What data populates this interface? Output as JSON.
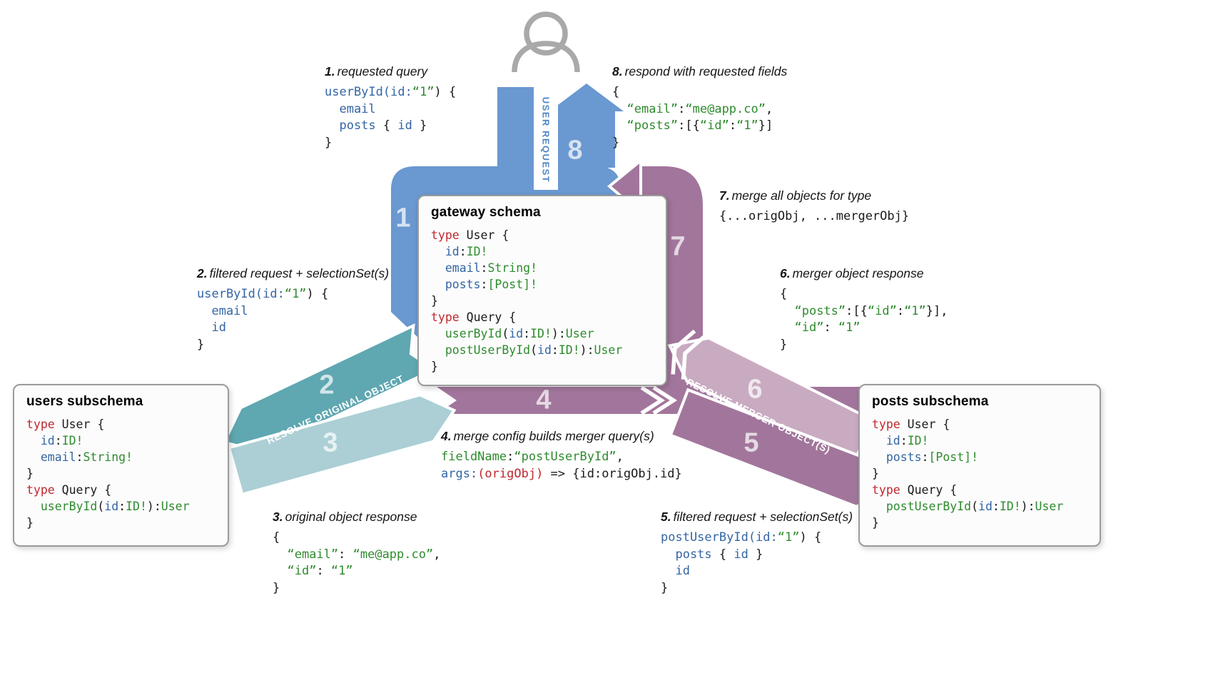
{
  "user_request_label": "USER REQUEST",
  "flow_labels": {
    "original": "RESOLVE ORIGINAL OBJECT",
    "merger": "RESOLVE MERGER OBJECT(S)"
  },
  "arrow_numbers": {
    "s1": "1",
    "s2": "2",
    "s3": "3",
    "s4": "4",
    "s5": "5",
    "s6": "6",
    "s7": "7",
    "s8": "8"
  },
  "boxes": {
    "gateway": {
      "title": "gateway schema",
      "code": [
        [
          [
            "type",
            "k"
          ],
          [
            " User {",
            "p"
          ]
        ],
        [
          [
            "  ",
            "p"
          ],
          [
            "id",
            "b"
          ],
          [
            ":",
            "p"
          ],
          [
            "ID!",
            "g"
          ]
        ],
        [
          [
            "  ",
            "p"
          ],
          [
            "email",
            "b"
          ],
          [
            ":",
            "p"
          ],
          [
            "String!",
            "g"
          ]
        ],
        [
          [
            "  ",
            "p"
          ],
          [
            "posts",
            "b"
          ],
          [
            ":",
            "p"
          ],
          [
            "[Post]!",
            "g"
          ]
        ],
        [
          [
            "}",
            "p"
          ]
        ],
        [
          [
            "type",
            "k"
          ],
          [
            " Query {",
            "p"
          ]
        ],
        [
          [
            "  ",
            "p"
          ],
          [
            "userById",
            "g"
          ],
          [
            "(",
            "p"
          ],
          [
            "id",
            "b"
          ],
          [
            ":",
            "p"
          ],
          [
            "ID!",
            "g"
          ],
          [
            "):",
            "p"
          ],
          [
            "User",
            "g"
          ]
        ],
        [
          [
            "  ",
            "p"
          ],
          [
            "postUserById",
            "g"
          ],
          [
            "(",
            "p"
          ],
          [
            "id",
            "b"
          ],
          [
            ":",
            "p"
          ],
          [
            "ID!",
            "g"
          ],
          [
            "):",
            "p"
          ],
          [
            "User",
            "g"
          ]
        ],
        [
          [
            "}",
            "p"
          ]
        ]
      ]
    },
    "users": {
      "title": "users subschema",
      "code": [
        [
          [
            "type",
            "k"
          ],
          [
            " User {",
            "p"
          ]
        ],
        [
          [
            "  ",
            "p"
          ],
          [
            "id",
            "b"
          ],
          [
            ":",
            "p"
          ],
          [
            "ID!",
            "g"
          ]
        ],
        [
          [
            "  ",
            "p"
          ],
          [
            "email",
            "b"
          ],
          [
            ":",
            "p"
          ],
          [
            "String!",
            "g"
          ]
        ],
        [
          [
            "}",
            "p"
          ]
        ],
        [
          [
            "type",
            "k"
          ],
          [
            " Query {",
            "p"
          ]
        ],
        [
          [
            "  ",
            "p"
          ],
          [
            "userById",
            "g"
          ],
          [
            "(",
            "p"
          ],
          [
            "id",
            "b"
          ],
          [
            ":",
            "p"
          ],
          [
            "ID!",
            "g"
          ],
          [
            "):",
            "p"
          ],
          [
            "User",
            "g"
          ]
        ],
        [
          [
            "}",
            "p"
          ]
        ]
      ]
    },
    "posts": {
      "title": "posts subschema",
      "code": [
        [
          [
            "type",
            "k"
          ],
          [
            " User {",
            "p"
          ]
        ],
        [
          [
            "  ",
            "p"
          ],
          [
            "id",
            "b"
          ],
          [
            ":",
            "p"
          ],
          [
            "ID!",
            "g"
          ]
        ],
        [
          [
            "  ",
            "p"
          ],
          [
            "posts",
            "b"
          ],
          [
            ":",
            "p"
          ],
          [
            "[Post]!",
            "g"
          ]
        ],
        [
          [
            "}",
            "p"
          ]
        ],
        [
          [
            "type",
            "k"
          ],
          [
            " Query {",
            "p"
          ]
        ],
        [
          [
            "  ",
            "p"
          ],
          [
            "postUserById",
            "g"
          ],
          [
            "(",
            "p"
          ],
          [
            "id",
            "b"
          ],
          [
            ":",
            "p"
          ],
          [
            "ID!",
            "g"
          ],
          [
            "):",
            "p"
          ],
          [
            "User",
            "g"
          ]
        ],
        [
          [
            "}",
            "p"
          ]
        ]
      ]
    }
  },
  "annotations": {
    "a1": {
      "num": "1.",
      "title": "requested query",
      "code": [
        [
          [
            "userById(id:",
            "b"
          ],
          [
            "“1”",
            "g"
          ],
          [
            ") {",
            "p"
          ]
        ],
        [
          [
            "  email",
            "b"
          ]
        ],
        [
          [
            "  posts",
            "b"
          ],
          [
            " { ",
            "p"
          ],
          [
            "id",
            "b"
          ],
          [
            " }",
            "p"
          ]
        ],
        [
          [
            "}",
            "p"
          ]
        ]
      ]
    },
    "a2": {
      "num": "2.",
      "title": "filtered request + selectionSet(s)",
      "code": [
        [
          [
            "userById(id:",
            "b"
          ],
          [
            "“1”",
            "g"
          ],
          [
            ") {",
            "p"
          ]
        ],
        [
          [
            "  email",
            "b"
          ]
        ],
        [
          [
            "  id",
            "b"
          ]
        ],
        [
          [
            "}",
            "p"
          ]
        ]
      ]
    },
    "a3": {
      "num": "3.",
      "title": "original object response",
      "code": [
        [
          [
            "{",
            "p"
          ]
        ],
        [
          [
            "  ",
            "p"
          ],
          [
            "“email”",
            "g"
          ],
          [
            ": ",
            "p"
          ],
          [
            "“me@app.co”",
            "g"
          ],
          [
            ",",
            "p"
          ]
        ],
        [
          [
            "  ",
            "p"
          ],
          [
            "“id”",
            "g"
          ],
          [
            ": ",
            "p"
          ],
          [
            "“1”",
            "g"
          ]
        ],
        [
          [
            "}",
            "p"
          ]
        ]
      ]
    },
    "a4": {
      "num": "4.",
      "title": "merge config builds merger query(s)",
      "code": [
        [
          [
            "fieldName",
            "g"
          ],
          [
            ":",
            "p"
          ],
          [
            "“postUserById”",
            "g"
          ],
          [
            ",",
            "p"
          ]
        ],
        [
          [
            "args:",
            "b"
          ],
          [
            "(origObj)",
            "o"
          ],
          [
            " => {id:origObj.id}",
            "p"
          ]
        ]
      ]
    },
    "a5": {
      "num": "5.",
      "title": "filtered request + selectionSet(s)",
      "code": [
        [
          [
            "postUserById(id:",
            "b"
          ],
          [
            "“1”",
            "g"
          ],
          [
            ") {",
            "p"
          ]
        ],
        [
          [
            "  posts",
            "b"
          ],
          [
            " { ",
            "p"
          ],
          [
            "id",
            "b"
          ],
          [
            " }",
            "p"
          ]
        ],
        [
          [
            "  id",
            "b"
          ]
        ],
        [
          [
            "}",
            "p"
          ]
        ]
      ]
    },
    "a6": {
      "num": "6.",
      "title": "merger object response",
      "code": [
        [
          [
            "{",
            "p"
          ]
        ],
        [
          [
            "  ",
            "p"
          ],
          [
            "“posts”",
            "g"
          ],
          [
            ":[{",
            "p"
          ],
          [
            "“id”",
            "g"
          ],
          [
            ":",
            "p"
          ],
          [
            "“1”",
            "g"
          ],
          [
            "}],",
            "p"
          ]
        ],
        [
          [
            "  ",
            "p"
          ],
          [
            "“id”",
            "g"
          ],
          [
            ": ",
            "p"
          ],
          [
            "“1”",
            "g"
          ]
        ],
        [
          [
            "}",
            "p"
          ]
        ]
      ]
    },
    "a7": {
      "num": "7.",
      "title": "merge all objects for type",
      "code": [
        [
          [
            "{...origObj, ...mergerObj}",
            "p"
          ]
        ]
      ]
    },
    "a8": {
      "num": "8.",
      "title": "respond with requested fields",
      "code": [
        [
          [
            "{",
            "p"
          ]
        ],
        [
          [
            "  ",
            "p"
          ],
          [
            "“email”",
            "g"
          ],
          [
            ":",
            "p"
          ],
          [
            "“me@app.co”",
            "g"
          ],
          [
            ",",
            "p"
          ]
        ],
        [
          [
            "  ",
            "p"
          ],
          [
            "“posts”",
            "g"
          ],
          [
            ":[{",
            "p"
          ],
          [
            "“id”",
            "g"
          ],
          [
            ":",
            "p"
          ],
          [
            "“1”",
            "g"
          ],
          [
            "}]",
            "p"
          ]
        ],
        [
          [
            "}",
            "p"
          ]
        ]
      ]
    }
  },
  "colors": {
    "blue": "#6a98d0",
    "teal": "#5fa7b1",
    "teal_light": "#abcfd5",
    "mauve": "#a2769c",
    "mauve_light": "#c9abc1",
    "icon_gray": "#a9a9a9",
    "kw": "#c1272d",
    "field": "#3465a4",
    "typ": "#2e8b2e",
    "plain": "#1a1a1a",
    "num": "rgba(255,255,255,0.72)",
    "request_text": "#4f86c6"
  }
}
